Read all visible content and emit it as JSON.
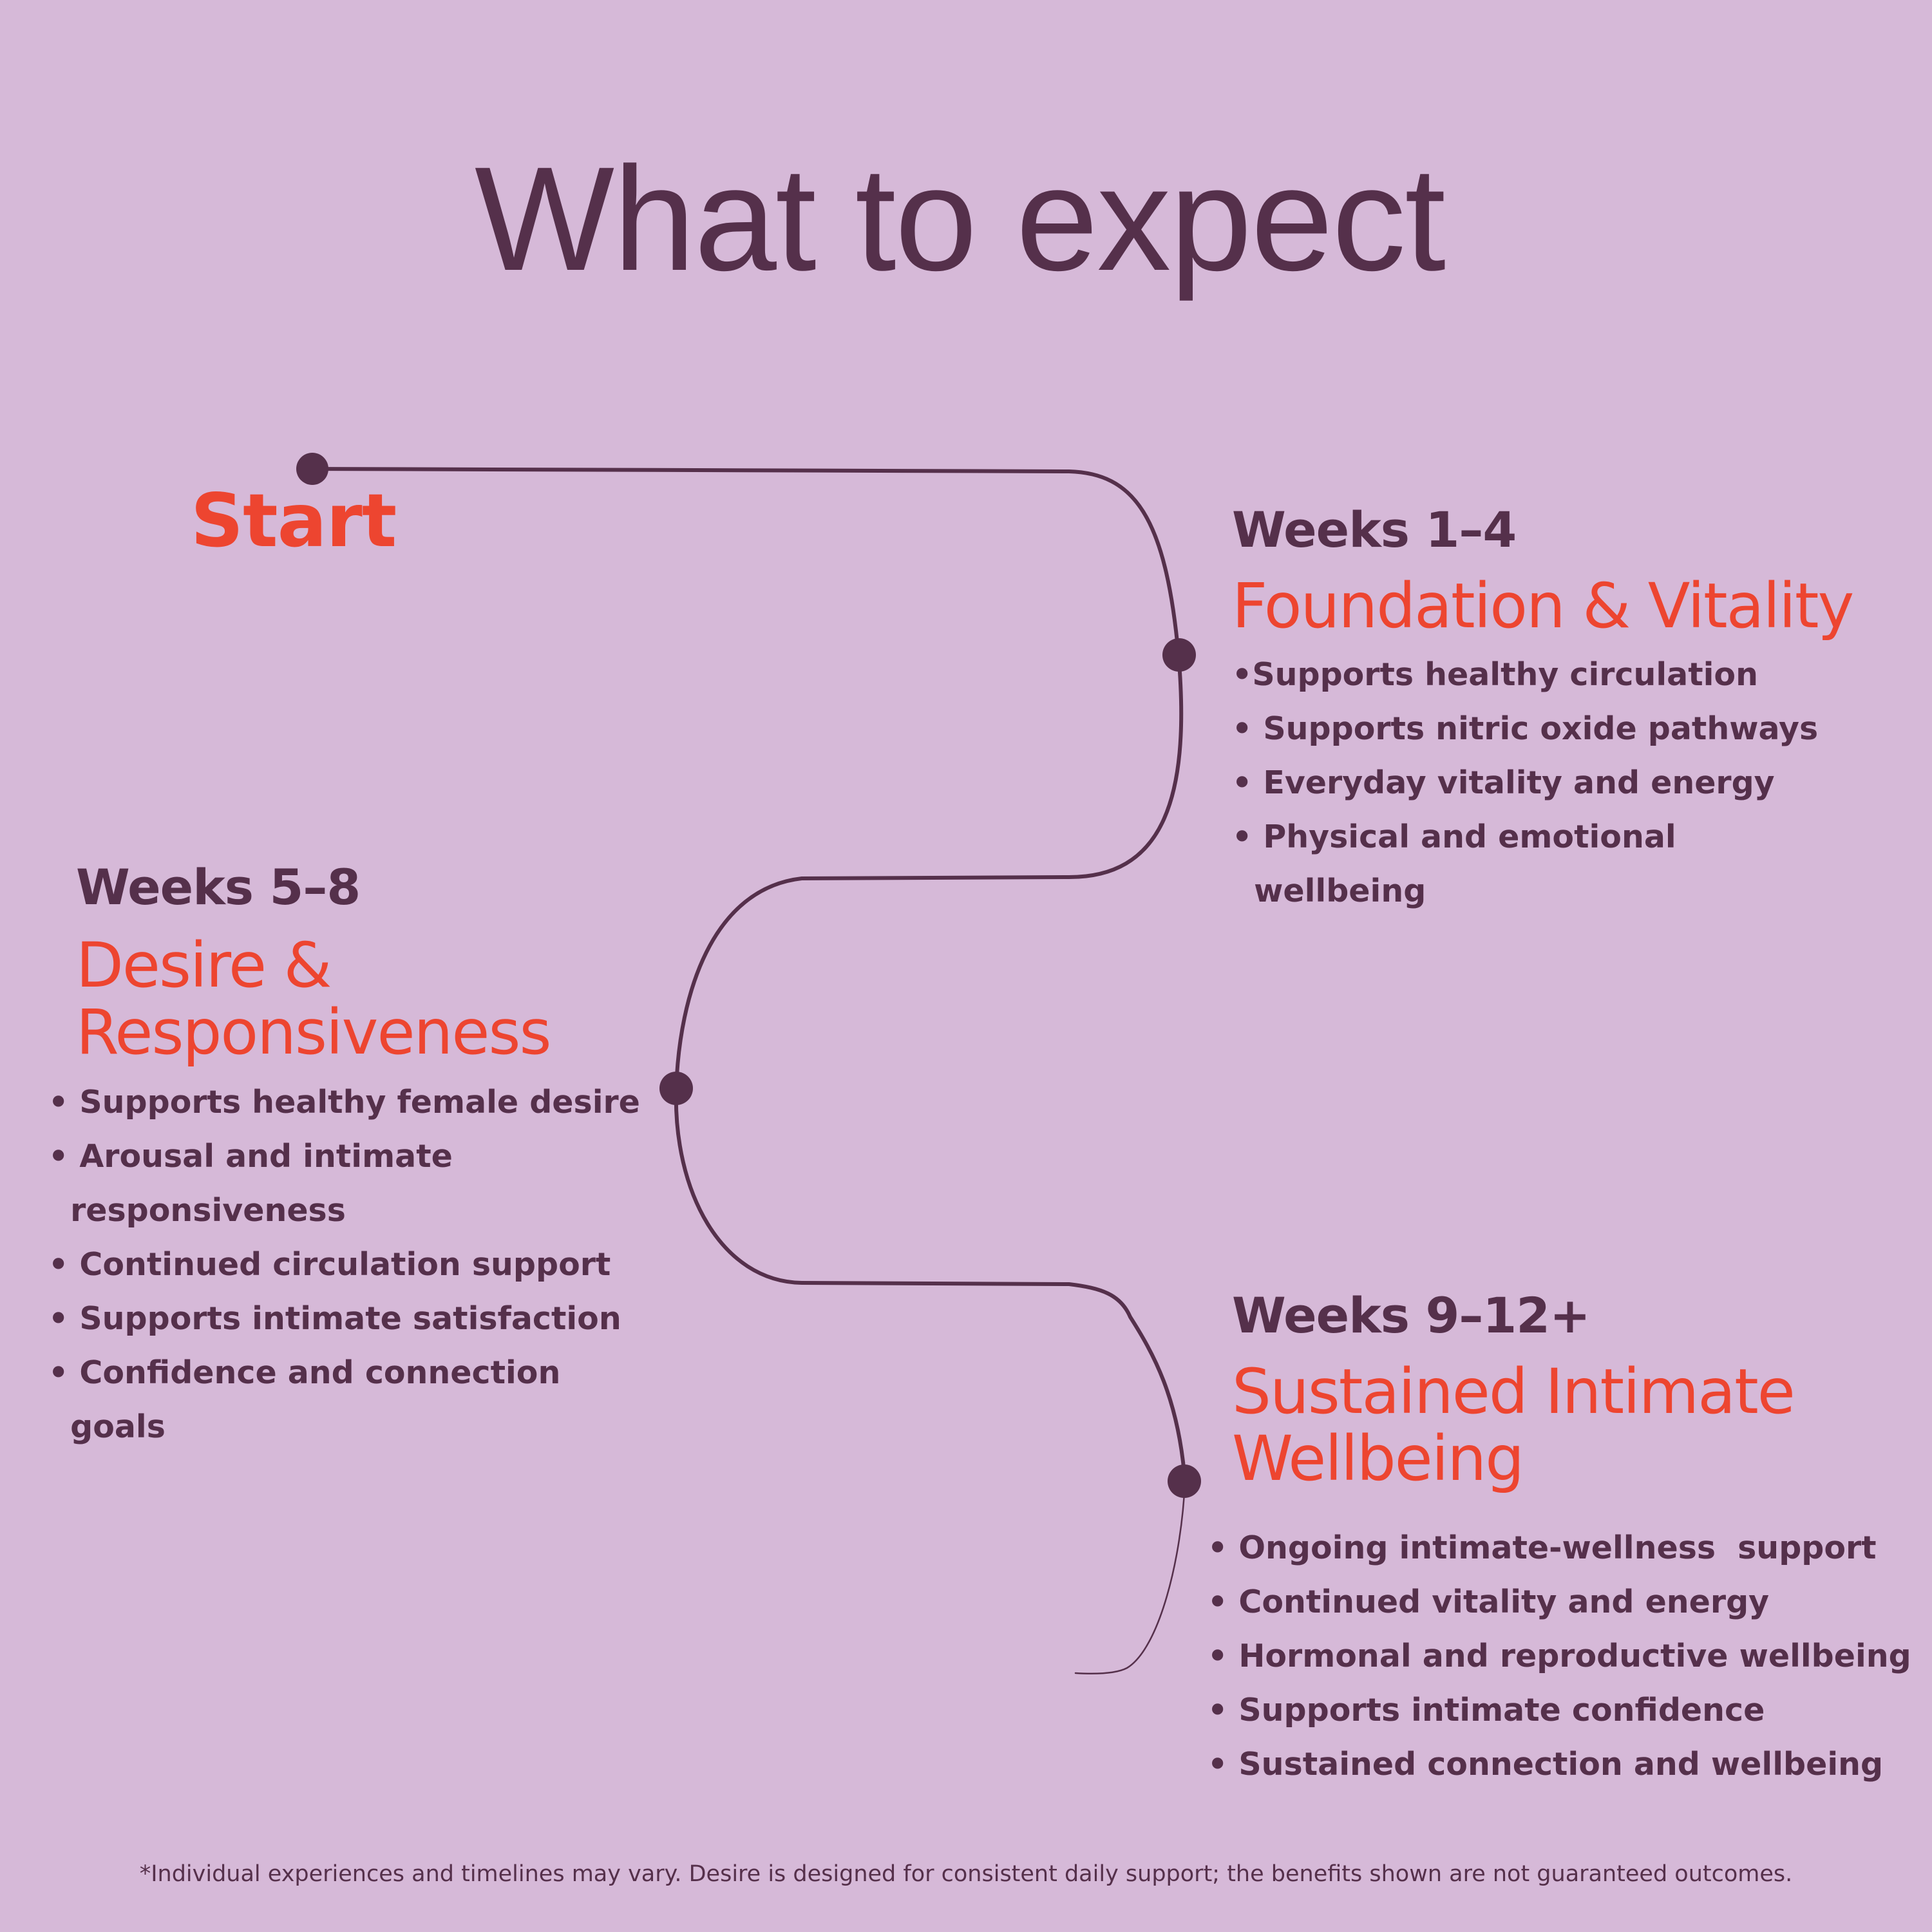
{
  "title": "What to expect",
  "start_label": "Start",
  "stages": [
    {
      "weeks": "Weeks 1–4",
      "name_lines": [
        "Foundation & Vitality"
      ],
      "points": [
        "•Supports healthy circulation",
        "• Supports nitric oxide pathways",
        "• Everyday vitality and energy",
        "• Physical and emotional",
        "  wellbeing"
      ]
    },
    {
      "weeks": "Weeks 5–8",
      "name_lines": [
        "Desire &",
        "Responsiveness"
      ],
      "points": [
        "• Supports healthy female desire",
        "• Arousal and intimate",
        "  responsiveness",
        "• Continued circulation support",
        "• Supports intimate satisfaction",
        "• Confidence and connection",
        "  goals"
      ]
    },
    {
      "weeks": "Weeks 9–12+",
      "name_lines": [
        "Sustained Intimate",
        "Wellbeing"
      ],
      "points": [
        "• Ongoing intimate-wellness  support",
        "• Continued vitality and energy",
        "• Hormonal and reproductive wellbeing",
        "• Supports intimate confidence",
        "• Sustained connection and wellbeing"
      ]
    }
  ],
  "footnote": "*Individual experiences and timelines may vary. Desire is designed for consistent daily support; the benefits shown are not guaranteed outcomes.",
  "colors": {
    "background": "#d6b9d8",
    "dark_plum": "#55304b",
    "accent_red": "#ed4530"
  }
}
